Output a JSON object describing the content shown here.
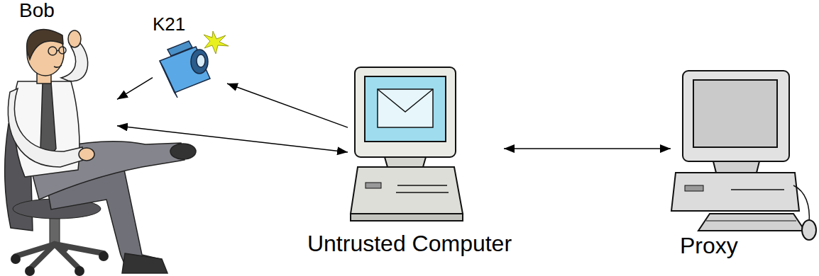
{
  "diagram": {
    "nodes": [
      {
        "text": [
          "Bob"
        ]
      },
      {
        "text": [
          "K21"
        ]
      },
      {
        "text": [
          "Untrusted Computer"
        ]
      },
      {
        "text": [
          "Proxy"
        ]
      }
    ],
    "edges": [
      {
        "from": 1,
        "to": 0,
        "arrow": "to"
      },
      {
        "from": 2,
        "to": 1,
        "arrow": "to"
      },
      {
        "from": 0,
        "to": 2,
        "arrow": "both"
      },
      {
        "from": 2,
        "to": 3,
        "arrow": "both"
      }
    ]
  }
}
